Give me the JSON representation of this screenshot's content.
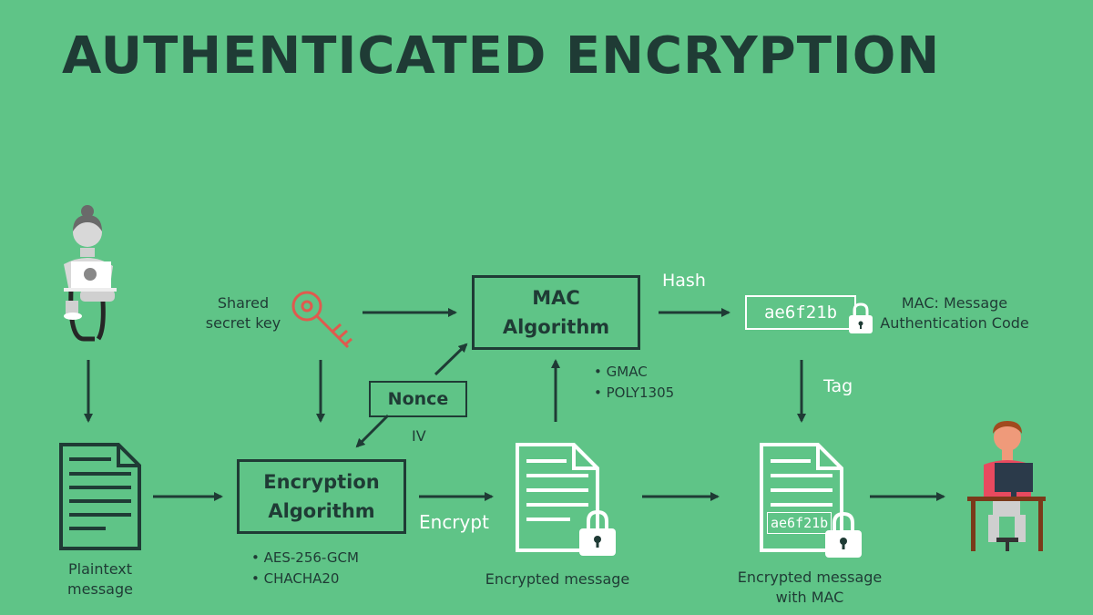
{
  "title": "AUTHENTICATED ENCRYPTION",
  "labels": {
    "shared_key_line1": "Shared",
    "shared_key_line2": "secret key",
    "plaintext_line1": "Plaintext",
    "plaintext_line2": "message",
    "encrypted_message": "Encrypted message",
    "encrypted_mac_line1": "Encrypted message",
    "encrypted_mac_line2": "with MAC",
    "mac_desc_line1": "MAC: Message",
    "mac_desc_line2": "Authentication Code",
    "hash": "Hash",
    "tag": "Tag",
    "encrypt": "Encrypt",
    "iv": "IV"
  },
  "boxes": {
    "mac_line1": "MAC",
    "mac_line2": "Algorithm",
    "enc_line1": "Encryption",
    "enc_line2": "Algorithm",
    "nonce": "Nonce"
  },
  "hash_value": "ae6f21b",
  "tag_value": "ae6f21b",
  "mac_algorithms": [
    "GMAC",
    "POLY1305"
  ],
  "enc_algorithms": [
    "AES-256-GCM",
    "CHACHA20"
  ],
  "colors": {
    "background": "#5fc487",
    "ink": "#1f3b35",
    "key": "#e05a4e",
    "white": "#ffffff"
  },
  "icons": {
    "sender": "woman-with-laptop-icon",
    "receiver": "man-at-computer-icon",
    "key": "key-icon",
    "document": "document-icon",
    "lock": "padlock-icon"
  }
}
